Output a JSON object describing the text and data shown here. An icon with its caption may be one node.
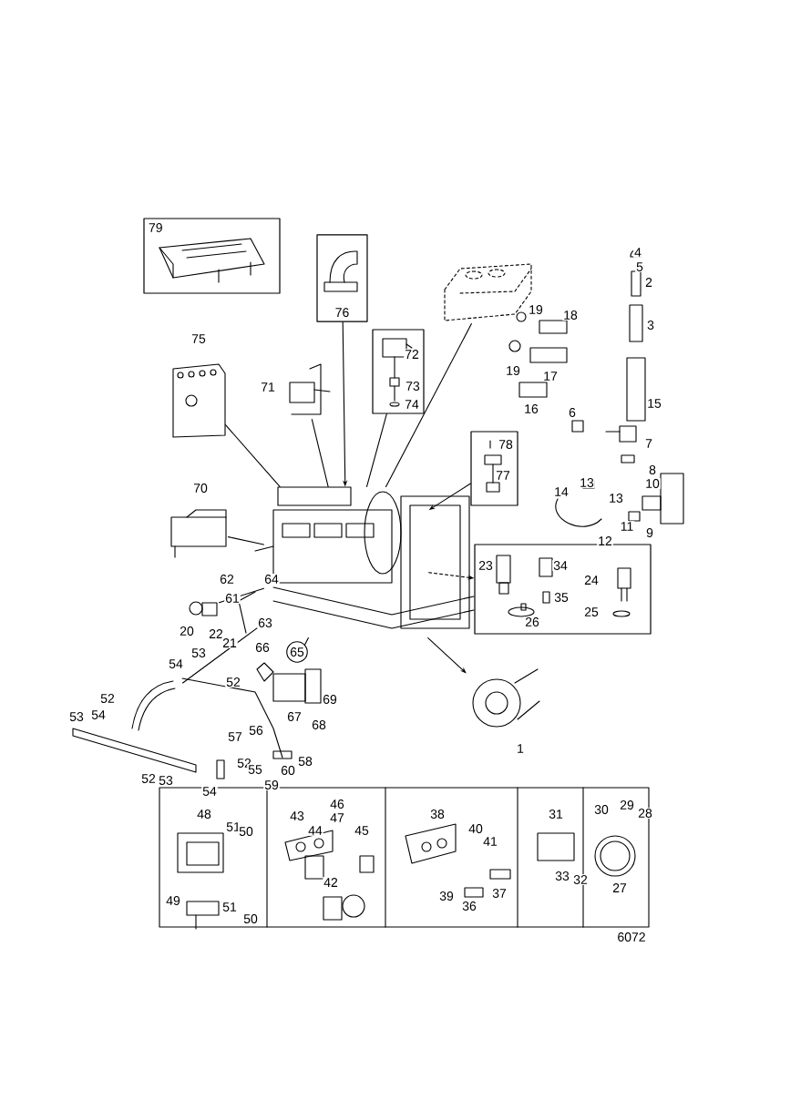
{
  "diagram": {
    "nodes": [
      {
        "text": [
          "79"
        ]
      },
      {
        "text": [
          "76"
        ]
      },
      {
        "text": [],
        "shape": "box"
      },
      {
        "text": [],
        "shape": "box"
      },
      {
        "text": [],
        "shape": "box"
      },
      {
        "text": [],
        "shape": "picture"
      },
      {
        "text": [],
        "shape": "picture"
      },
      {
        "text": [],
        "shape": "picture"
      },
      {
        "text": [],
        "shape": "picture"
      },
      {
        "text": [],
        "shape": "picture"
      },
      {
        "text": [],
        "shape": "picture"
      },
      {
        "text": [],
        "shape": "picture"
      },
      {
        "text": [],
        "shape": "picture"
      },
      {
        "text": [],
        "shape": "picture"
      }
    ],
    "edges": [
      {
        "from": 1,
        "to": 5,
        "arrow": "to"
      },
      {
        "from": 6,
        "to": 5,
        "arrow": "none"
      },
      {
        "from": 7,
        "to": 5,
        "arrow": "none"
      },
      {
        "from": 2,
        "to": 5,
        "arrow": "none"
      },
      {
        "from": 8,
        "to": 5,
        "arrow": "none"
      },
      {
        "from": 3,
        "to": 5,
        "arrow": "to"
      },
      {
        "from": 5,
        "to": 4,
        "arrow": "to",
        "style": "dashed"
      },
      {
        "from": 5,
        "to": 10,
        "arrow": "to"
      },
      {
        "from": 5,
        "to": 9,
        "arrow": "none"
      },
      {
        "from": 12,
        "to": 5,
        "arrow": "none"
      },
      {
        "from": 13,
        "to": 5,
        "arrow": "none"
      },
      {
        "from": 11,
        "to": 5,
        "arrow": "none"
      }
    ],
    "labels": [
      "4",
      "5",
      "2",
      "19",
      "18",
      "3",
      "75",
      "72",
      "19",
      "17",
      "71",
      "73",
      "74",
      "16",
      "6",
      "15",
      "78",
      "7",
      "77",
      "8",
      "70",
      "14",
      "13",
      "10",
      "13",
      "11",
      "9",
      "12",
      "23",
      "34",
      "62",
      "64",
      "24",
      "61",
      "35",
      "63",
      "26",
      "25",
      "20",
      "53",
      "22",
      "21",
      "66",
      "65",
      "54",
      "52",
      "52",
      "69",
      "67",
      "68",
      "53",
      "54",
      "1",
      "57",
      "56",
      "52",
      "58",
      "55",
      "60",
      "52",
      "53",
      "54",
      "59",
      "48",
      "43",
      "46",
      "47",
      "38",
      "31",
      "30",
      "29",
      "28",
      "51",
      "50",
      "44",
      "45",
      "40",
      "41",
      "42",
      "39",
      "37",
      "33",
      "32",
      "27",
      "49",
      "51",
      "50",
      "36",
      "6072"
    ]
  }
}
